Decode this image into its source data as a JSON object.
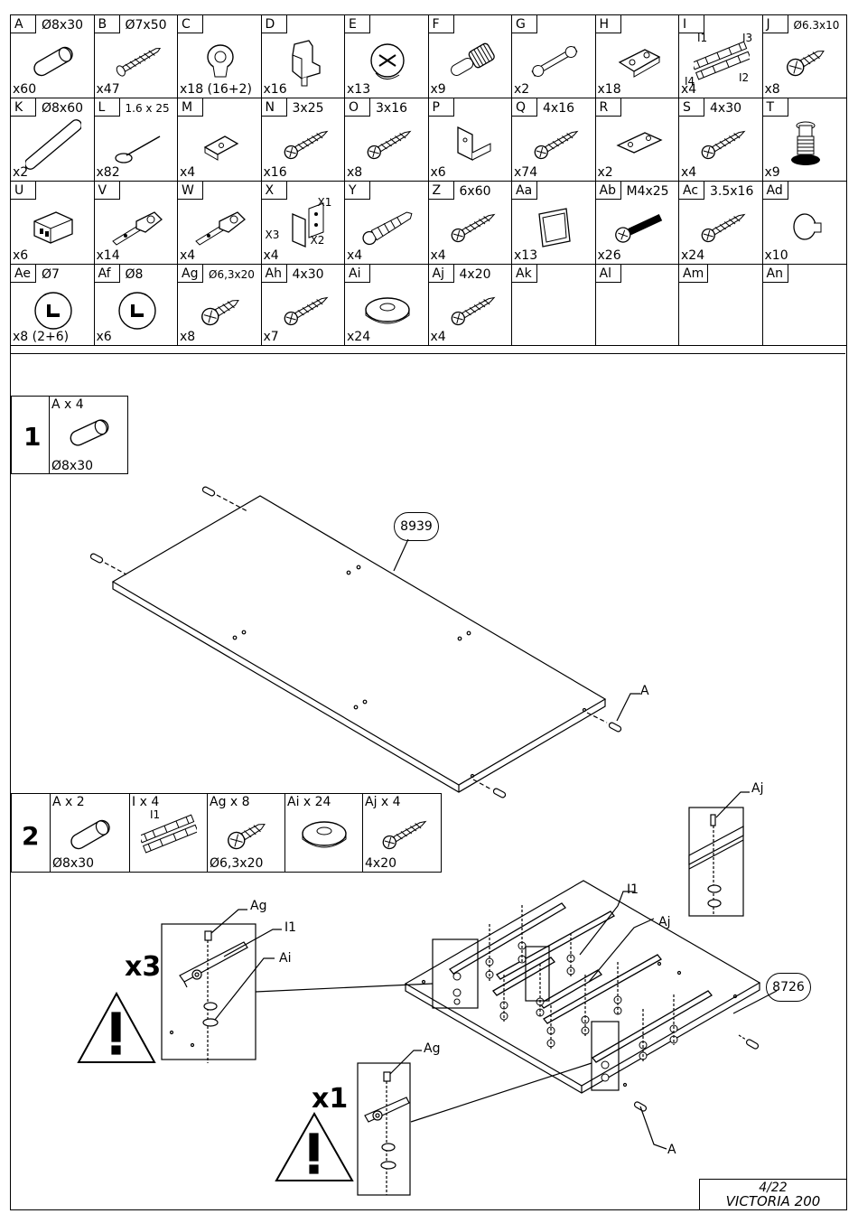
{
  "parts": [
    {
      "letter": "A",
      "spec": "Ø8x30",
      "qty": "x60",
      "icon": "dowel-icon"
    },
    {
      "letter": "B",
      "spec": "Ø7x50",
      "qty": "x47",
      "icon": "long-screw-icon"
    },
    {
      "letter": "C",
      "spec": "",
      "qty": "x18 (16+2)",
      "icon": "cam-cap-icon"
    },
    {
      "letter": "D",
      "spec": "",
      "qty": "x16",
      "icon": "shelf-support-icon"
    },
    {
      "letter": "E",
      "spec": "",
      "qty": "x13",
      "icon": "cam-lock-icon"
    },
    {
      "letter": "F",
      "spec": "",
      "qty": "x9",
      "icon": "dowel-insert-icon"
    },
    {
      "letter": "G",
      "spec": "",
      "qty": "x2",
      "icon": "connector-bolt-icon"
    },
    {
      "letter": "H",
      "spec": "",
      "qty": "x18",
      "icon": "hinge-plate-icon"
    },
    {
      "letter": "I",
      "spec": "",
      "qty": "x4",
      "icon": "drawer-runner-icon",
      "sub": [
        "I1",
        "I3",
        "I4",
        "I2"
      ]
    },
    {
      "letter": "J",
      "spec": "Ø6.3x10",
      "qty": "x8",
      "icon": "short-screw-icon"
    },
    {
      "letter": "K",
      "spec": "Ø8x60",
      "qty": "x2",
      "icon": "long-dowel-icon"
    },
    {
      "letter": "L",
      "spec": "1.6 x 25",
      "qty": "x82",
      "icon": "nail-icon"
    },
    {
      "letter": "M",
      "spec": "",
      "qty": "x4",
      "icon": "clip-plate-icon"
    },
    {
      "letter": "N",
      "spec": "3x25",
      "qty": "x16",
      "icon": "screw-icon"
    },
    {
      "letter": "O",
      "spec": "3x16",
      "qty": "x8",
      "icon": "screw-icon"
    },
    {
      "letter": "P",
      "spec": "",
      "qty": "x6",
      "icon": "angle-bracket-icon"
    },
    {
      "letter": "Q",
      "spec": "4x16",
      "qty": "x74",
      "icon": "screw-icon"
    },
    {
      "letter": "R",
      "spec": "",
      "qty": "x2",
      "icon": "flat-plate-icon"
    },
    {
      "letter": "S",
      "spec": "4x30",
      "qty": "x4",
      "icon": "screw-icon"
    },
    {
      "letter": "T",
      "spec": "",
      "qty": "x9",
      "icon": "adjustable-foot-icon"
    },
    {
      "letter": "U",
      "spec": "",
      "qty": "x6",
      "icon": "mounting-bracket-icon"
    },
    {
      "letter": "V",
      "spec": "",
      "qty": "x14",
      "icon": "hinge-icon"
    },
    {
      "letter": "W",
      "spec": "",
      "qty": "x4",
      "icon": "hinge-icon"
    },
    {
      "letter": "X",
      "spec": "",
      "qty": "x4",
      "icon": "wall-hanger-icon",
      "sub": [
        "X1",
        "X3",
        "X2"
      ]
    },
    {
      "letter": "Y",
      "spec": "",
      "qty": "x4",
      "icon": "wall-plug-icon"
    },
    {
      "letter": "Z",
      "spec": "6x60",
      "qty": "x4",
      "icon": "screw-icon"
    },
    {
      "letter": "Aa",
      "spec": "",
      "qty": "x13",
      "icon": "corner-plate-icon"
    },
    {
      "letter": "Ab",
      "spec": "M4x25",
      "qty": "x26",
      "icon": "bolt-icon"
    },
    {
      "letter": "Ac",
      "spec": "3.5x16",
      "qty": "x24",
      "icon": "screw-icon"
    },
    {
      "letter": "Ad",
      "spec": "",
      "qty": "x10",
      "icon": "bumper-icon"
    },
    {
      "letter": "Ae",
      "spec": "Ø7",
      "qty": "x8 (2+6)",
      "icon": "cover-cap-icon"
    },
    {
      "letter": "Af",
      "spec": "Ø8",
      "qty": "x6",
      "icon": "cover-cap-icon"
    },
    {
      "letter": "Ag",
      "spec": "Ø6,3x20",
      "qty": "x8",
      "icon": "short-screw-icon"
    },
    {
      "letter": "Ah",
      "spec": "4x30",
      "qty": "x7",
      "icon": "screw-icon"
    },
    {
      "letter": "Ai",
      "spec": "",
      "qty": "x24",
      "icon": "washer-icon"
    },
    {
      "letter": "Aj",
      "spec": "4x20",
      "qty": "x4",
      "icon": "screw-icon"
    },
    {
      "letter": "Ak",
      "spec": "",
      "qty": "",
      "icon": ""
    },
    {
      "letter": "Al",
      "spec": "",
      "qty": "",
      "icon": ""
    },
    {
      "letter": "Am",
      "spec": "",
      "qty": "",
      "icon": ""
    },
    {
      "letter": "An",
      "spec": "",
      "qty": "",
      "icon": ""
    }
  ],
  "step1": {
    "number": "1",
    "kit": [
      {
        "top": "A x 4",
        "bottom": "Ø8x30",
        "icon": "dowel-icon"
      }
    ],
    "panel": "8939",
    "label_a": "A"
  },
  "step2": {
    "number": "2",
    "kit": [
      {
        "top": "A x 2",
        "bottom": "Ø8x30",
        "icon": "dowel-icon"
      },
      {
        "top": "I x 4",
        "bottom": "",
        "sub": "I1",
        "icon": "drawer-runner-icon"
      },
      {
        "top": "Ag x 8",
        "bottom": "Ø6,3x20",
        "icon": "short-screw-icon"
      },
      {
        "top": "Ai x 24",
        "bottom": "",
        "icon": "washer-icon"
      },
      {
        "top": "Aj x 4",
        "bottom": "4x20",
        "icon": "screw-icon"
      }
    ],
    "panel": "8726",
    "detail_a": {
      "mult": "x3",
      "ag": "Ag",
      "i1": "I1",
      "ai": "Ai"
    },
    "detail_b": {
      "mult": "x1",
      "ag": "Ag"
    },
    "labels": {
      "aj_top": "Aj",
      "i1": "I1",
      "aj": "Aj",
      "a": "A"
    }
  },
  "footer": {
    "page": "4/22",
    "model": "VICTORIA 200"
  }
}
